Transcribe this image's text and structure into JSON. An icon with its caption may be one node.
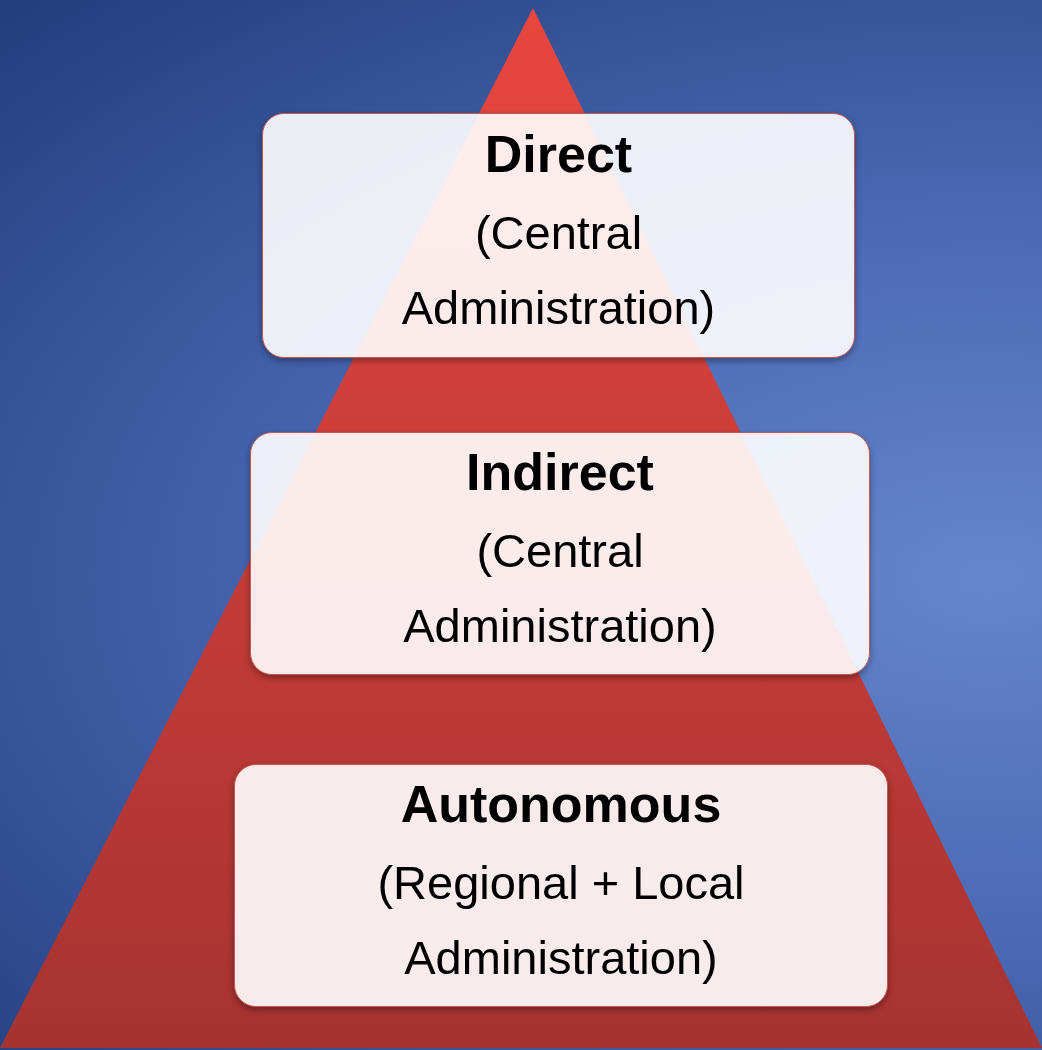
{
  "diagram": {
    "nodes": [
      {
        "text": [
          "Direct",
          "(Central Administration)"
        ]
      },
      {
        "text": [
          "Indirect",
          "(Central Administration)"
        ]
      },
      {
        "text": [
          "Autonomous",
          "(Regional + Local Administration)"
        ]
      }
    ]
  }
}
